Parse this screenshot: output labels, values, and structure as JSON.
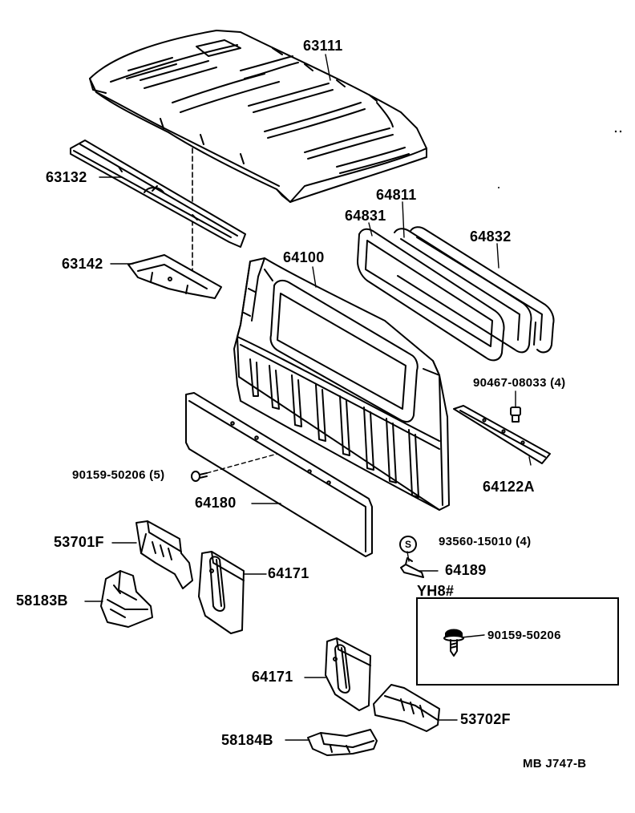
{
  "parts": {
    "p63111": "63111",
    "p63132": "63132",
    "p63142": "63142",
    "p64100": "64100",
    "p64811": "64811",
    "p64831": "64831",
    "p64832": "64832",
    "p90467": "90467-08033 (4)",
    "p64122A": "64122A",
    "p90159_5": "90159-50206 (5)",
    "p64180": "64180",
    "p53701F": "53701F",
    "p64171a": "64171",
    "p58183B": "58183B",
    "p93560": "93560-15010 (4)",
    "p64189": "64189",
    "p64171b": "64171",
    "p53702F": "53702F",
    "p58184B": "58184B",
    "p90159_inset": "90159-50206"
  },
  "marker": {
    "s": "S"
  },
  "inset_title": "YH8#",
  "footer": "MB  J747-B"
}
